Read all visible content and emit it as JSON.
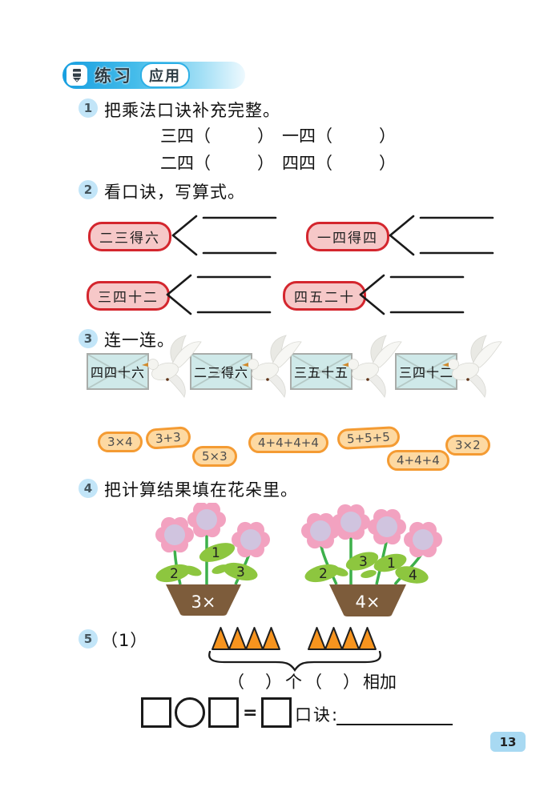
{
  "symbols": {
    "paren_open": "（",
    "paren_close": "）",
    "equals": "="
  },
  "header": {
    "title": "练习",
    "badge": "应用"
  },
  "questions": {
    "q1": {
      "number": "1",
      "prompt": "把乘法口诀补充完整。",
      "blanks": [
        "三四",
        "一四",
        "二四",
        "四四"
      ]
    },
    "q2": {
      "number": "2",
      "prompt": "看口诀，写算式。",
      "badges": [
        "二三得六",
        "一四得四",
        "三四十二",
        "四五二十"
      ]
    },
    "q3": {
      "number": "3",
      "prompt": "连一连。",
      "envelopes": [
        "四四十六",
        "二三得六",
        "三五十五",
        "三四十二"
      ],
      "expressions": [
        "3×4",
        "3+3",
        "5×3",
        "4+4+4+4",
        "5+5+5",
        "4+4+4",
        "3×2"
      ]
    },
    "q4": {
      "number": "4",
      "prompt": "把计算结果填在花朵里。",
      "pots": [
        {
          "label": "3×",
          "leaf_numbers": [
            "2",
            "1",
            "3"
          ]
        },
        {
          "label": "4×",
          "leaf_numbers": [
            "2",
            "3",
            "1",
            "4"
          ]
        }
      ]
    },
    "q5": {
      "number": "5",
      "sub_label": "（1）",
      "triangle_groups": [
        4,
        4
      ],
      "word_ge": "个",
      "word_xiangjia": "相加",
      "koujue_label": "口诀:"
    }
  },
  "page": {
    "number": "13"
  },
  "colors": {
    "header_blue": "#189fe0",
    "number_circle_blue": "#c2e5f8",
    "pink_badge_fill": "#f6c8c8",
    "pink_badge_border": "#d4262e",
    "orange_badge_fill": "#fdd9a2",
    "orange_badge_border": "#f49b33",
    "envelope_fill": "#cfe9e9",
    "triangle_orange": "#f7941e",
    "pot_brown": "#7d5c3b",
    "petal_pink": "#f2a2c0",
    "flower_center": "#d0c4df",
    "leaf_green": "#8dc63f",
    "page_badge_blue": "#a8d9f2"
  }
}
